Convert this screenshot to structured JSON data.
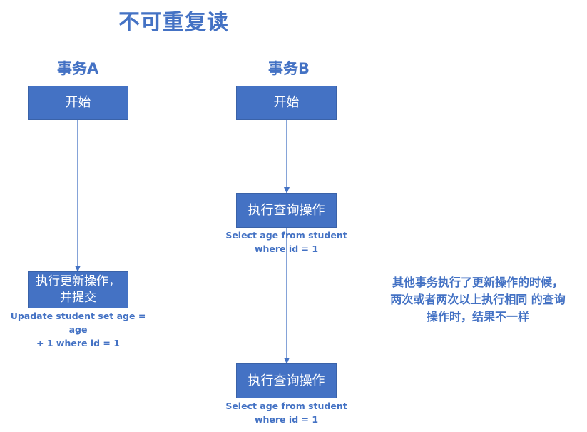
{
  "title": "不可重复读",
  "transaction_a": {
    "heading": "事务A",
    "start_label": "开始",
    "update_line1": "执行更新操作，",
    "update_line2": "并提交",
    "sql_line1": "Upadate student set age = age",
    "sql_line2": "+ 1  where id = 1"
  },
  "transaction_b": {
    "heading": "事务B",
    "start_label": "开始",
    "query1_label": "执行查询操作",
    "query1_sql_line1": "Select age from student",
    "query1_sql_line2": "where id = 1",
    "query2_label": "执行查询操作",
    "query2_sql_line1": "Select age from student",
    "query2_sql_line2": "where id = 1"
  },
  "note": {
    "line1": "其他事务执行了更新操作的时候，",
    "line2": "两次或者两次以上执行相同 的查询",
    "line3": "操作时，结果不一样"
  },
  "colors": {
    "accent": "#4472c4",
    "box_text": "#ffffff"
  }
}
